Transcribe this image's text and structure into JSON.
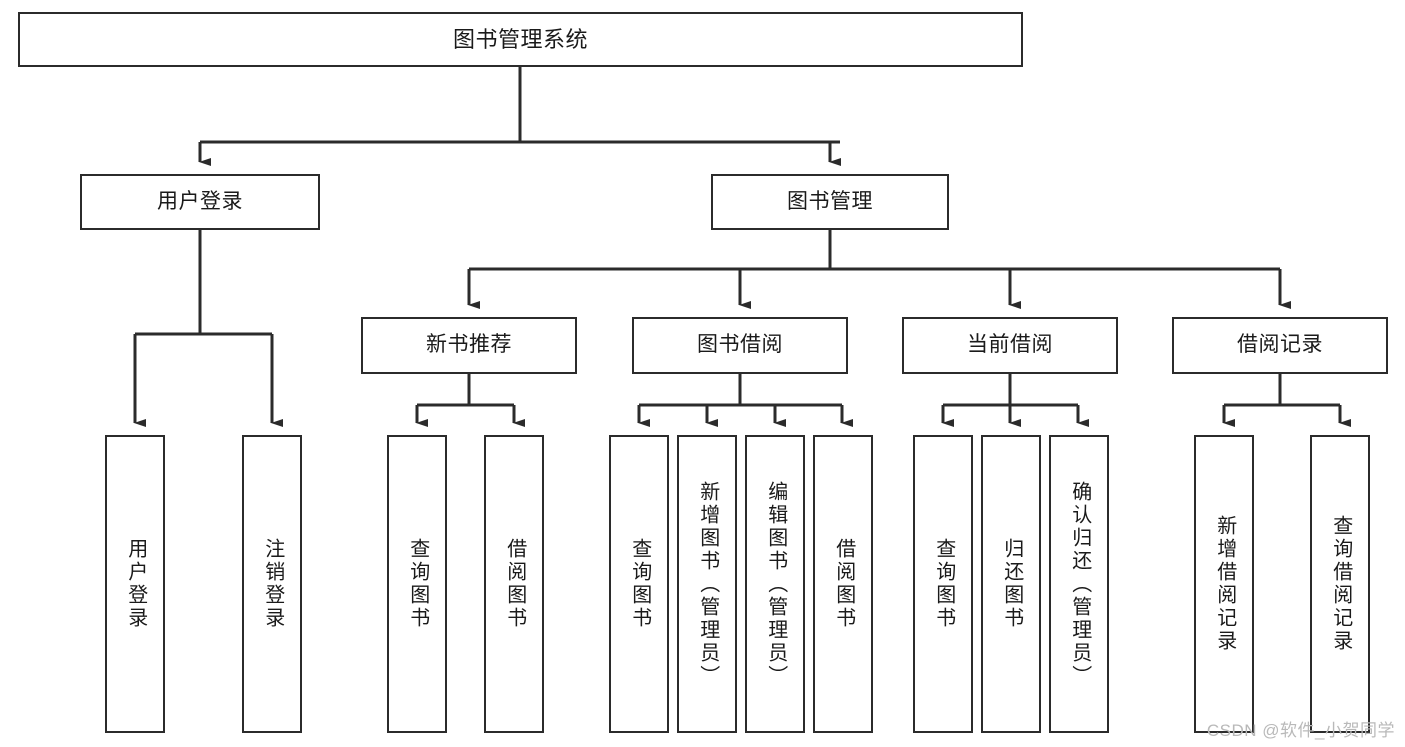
{
  "diagram": {
    "title": "图书管理系统",
    "type": "tree-hierarchy-diagram",
    "watermark": "CSDN @软件_小贺同学",
    "colors": {
      "box_border": "#2b2b2b",
      "box_fill": "#ffffff",
      "connector": "#2b2b2b",
      "text": "#1a1a1a",
      "watermark": "#b9b9b9",
      "background": "#ffffff"
    },
    "levels": {
      "root": {
        "label": "图书管理系统"
      },
      "level1": [
        {
          "id": "user-login",
          "label": "用户登录"
        },
        {
          "id": "book-management",
          "label": "图书管理"
        }
      ],
      "level2": [
        {
          "id": "new-book-recommend",
          "label": "新书推荐",
          "parent": "book-management"
        },
        {
          "id": "book-borrow",
          "label": "图书借阅",
          "parent": "book-management"
        },
        {
          "id": "current-borrow",
          "label": "当前借阅",
          "parent": "book-management"
        },
        {
          "id": "borrow-record",
          "label": "借阅记录",
          "parent": "book-management"
        }
      ],
      "leaves": [
        {
          "id": "leaf-user-login",
          "label": "用户登录",
          "parent": "user-login"
        },
        {
          "id": "leaf-logout-login",
          "label": "注销登录",
          "parent": "user-login"
        },
        {
          "id": "leaf-query-book-1",
          "label": "查询图书",
          "parent": "new-book-recommend"
        },
        {
          "id": "leaf-borrow-book-1",
          "label": "借阅图书",
          "parent": "new-book-recommend"
        },
        {
          "id": "leaf-query-book-2",
          "label": "查询图书",
          "parent": "book-borrow"
        },
        {
          "id": "leaf-add-book",
          "label": "新增图书（管理员）",
          "parent": "book-borrow"
        },
        {
          "id": "leaf-edit-book",
          "label": "编辑图书（管理员）",
          "parent": "book-borrow"
        },
        {
          "id": "leaf-borrow-book-2",
          "label": "借阅图书",
          "parent": "book-borrow"
        },
        {
          "id": "leaf-query-book-3",
          "label": "查询图书",
          "parent": "current-borrow"
        },
        {
          "id": "leaf-return-book",
          "label": "归还图书",
          "parent": "current-borrow"
        },
        {
          "id": "leaf-confirm-return",
          "label": "确认归还（管理员）",
          "parent": "current-borrow"
        },
        {
          "id": "leaf-add-record",
          "label": "新增借阅记录",
          "parent": "borrow-record"
        },
        {
          "id": "leaf-query-record",
          "label": "查询借阅记录",
          "parent": "borrow-record"
        }
      ]
    }
  }
}
